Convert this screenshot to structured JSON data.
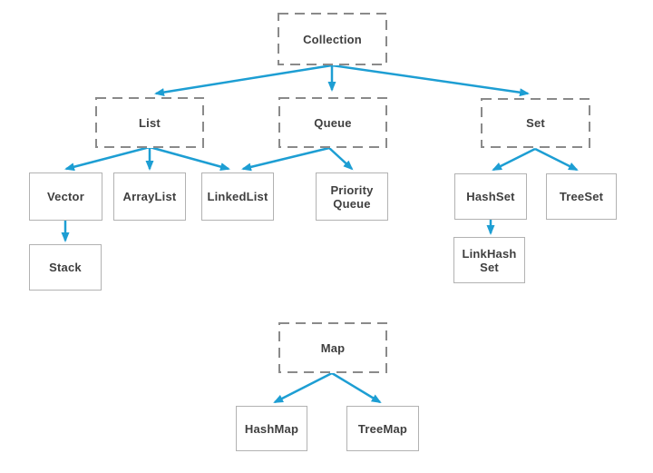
{
  "diagram": {
    "description": "Java collections framework hierarchy diagram",
    "colors": {
      "arrow": "#1d9ed3",
      "dashed_border": "#8a8a8a",
      "solid_border": "#b2b2b2",
      "text": "#3f3f3f",
      "background": "#ffffff"
    }
  },
  "nodes": {
    "collection": {
      "label": "Collection",
      "style": "dashed"
    },
    "list": {
      "label": "List",
      "style": "dashed"
    },
    "queue": {
      "label": "Queue",
      "style": "dashed"
    },
    "set": {
      "label": "Set",
      "style": "dashed"
    },
    "vector": {
      "label": "Vector",
      "style": "solid"
    },
    "arraylist": {
      "label": "ArrayList",
      "style": "solid"
    },
    "linkedlist": {
      "label": "LinkedList",
      "style": "solid"
    },
    "priorityqueue": {
      "label": "Priority Queue",
      "style": "solid"
    },
    "hashset": {
      "label": "HashSet",
      "style": "solid"
    },
    "treeset": {
      "label": "TreeSet",
      "style": "solid"
    },
    "stack": {
      "label": "Stack",
      "style": "solid"
    },
    "linkhashset": {
      "label": "LinkHash Set",
      "style": "solid"
    },
    "map": {
      "label": "Map",
      "style": "dashed"
    },
    "hashmap": {
      "label": "HashMap",
      "style": "solid"
    },
    "treemap": {
      "label": "TreeMap",
      "style": "solid"
    }
  },
  "edges": [
    {
      "from": "Collection",
      "to": "List"
    },
    {
      "from": "Collection",
      "to": "Queue"
    },
    {
      "from": "Collection",
      "to": "Set"
    },
    {
      "from": "List",
      "to": "Vector"
    },
    {
      "from": "List",
      "to": "ArrayList"
    },
    {
      "from": "List",
      "to": "LinkedList"
    },
    {
      "from": "Queue",
      "to": "LinkedList"
    },
    {
      "from": "Queue",
      "to": "Priority Queue"
    },
    {
      "from": "Vector",
      "to": "Stack"
    },
    {
      "from": "Set",
      "to": "HashSet"
    },
    {
      "from": "Set",
      "to": "TreeSet"
    },
    {
      "from": "HashSet",
      "to": "LinkHash Set"
    },
    {
      "from": "Map",
      "to": "HashMap"
    },
    {
      "from": "Map",
      "to": "TreeMap"
    }
  ]
}
